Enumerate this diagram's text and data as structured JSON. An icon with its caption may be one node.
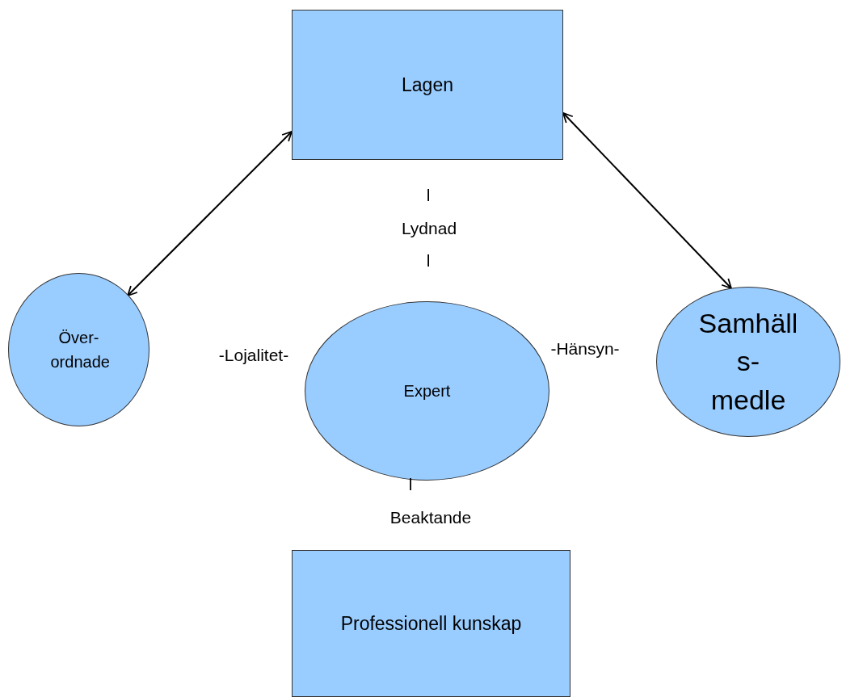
{
  "diagram": {
    "nodes": [
      {
        "text": [
          "Lagen"
        ]
      },
      {
        "text": [
          "Över- ordnade"
        ]
      },
      {
        "text": [
          "Expert"
        ]
      },
      {
        "text": [
          "Samhäll s- medle"
        ]
      },
      {
        "text": [
          "Professionell kunskap"
        ]
      }
    ],
    "edges": [
      {
        "from": 1,
        "to": 0,
        "arrow": "both"
      },
      {
        "from": 0,
        "to": 3,
        "arrow": "both"
      }
    ],
    "labels": [
      "l",
      "Lydnad",
      "l",
      "-Lojalitet-",
      "-Hänsyn-",
      "l",
      "Beaktande"
    ]
  }
}
